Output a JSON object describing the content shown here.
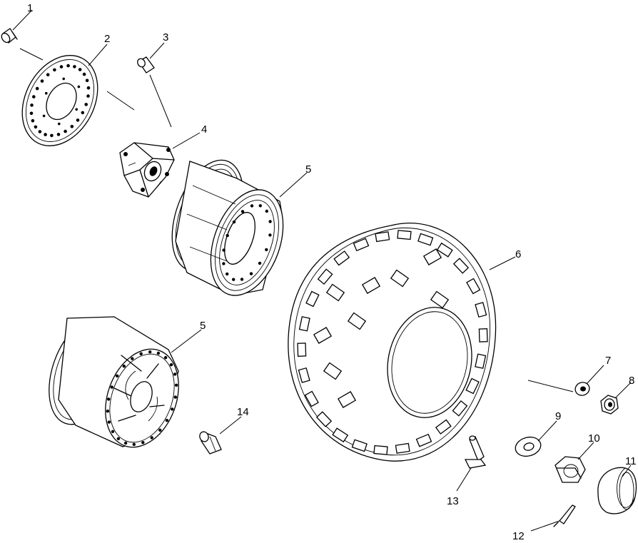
{
  "callouts": [
    {
      "id": "c1",
      "label": "1"
    },
    {
      "id": "c2",
      "label": "2"
    },
    {
      "id": "c3",
      "label": "3"
    },
    {
      "id": "c4",
      "label": "4"
    },
    {
      "id": "c5a",
      "label": "5"
    },
    {
      "id": "c5b",
      "label": "5"
    },
    {
      "id": "c6",
      "label": "6"
    },
    {
      "id": "c7",
      "label": "7"
    },
    {
      "id": "c8",
      "label": "8"
    },
    {
      "id": "c9",
      "label": "9"
    },
    {
      "id": "c10",
      "label": "10"
    },
    {
      "id": "c11",
      "label": "11"
    },
    {
      "id": "c12",
      "label": "12"
    },
    {
      "id": "c13",
      "label": "13"
    },
    {
      "id": "c14",
      "label": "14"
    }
  ]
}
